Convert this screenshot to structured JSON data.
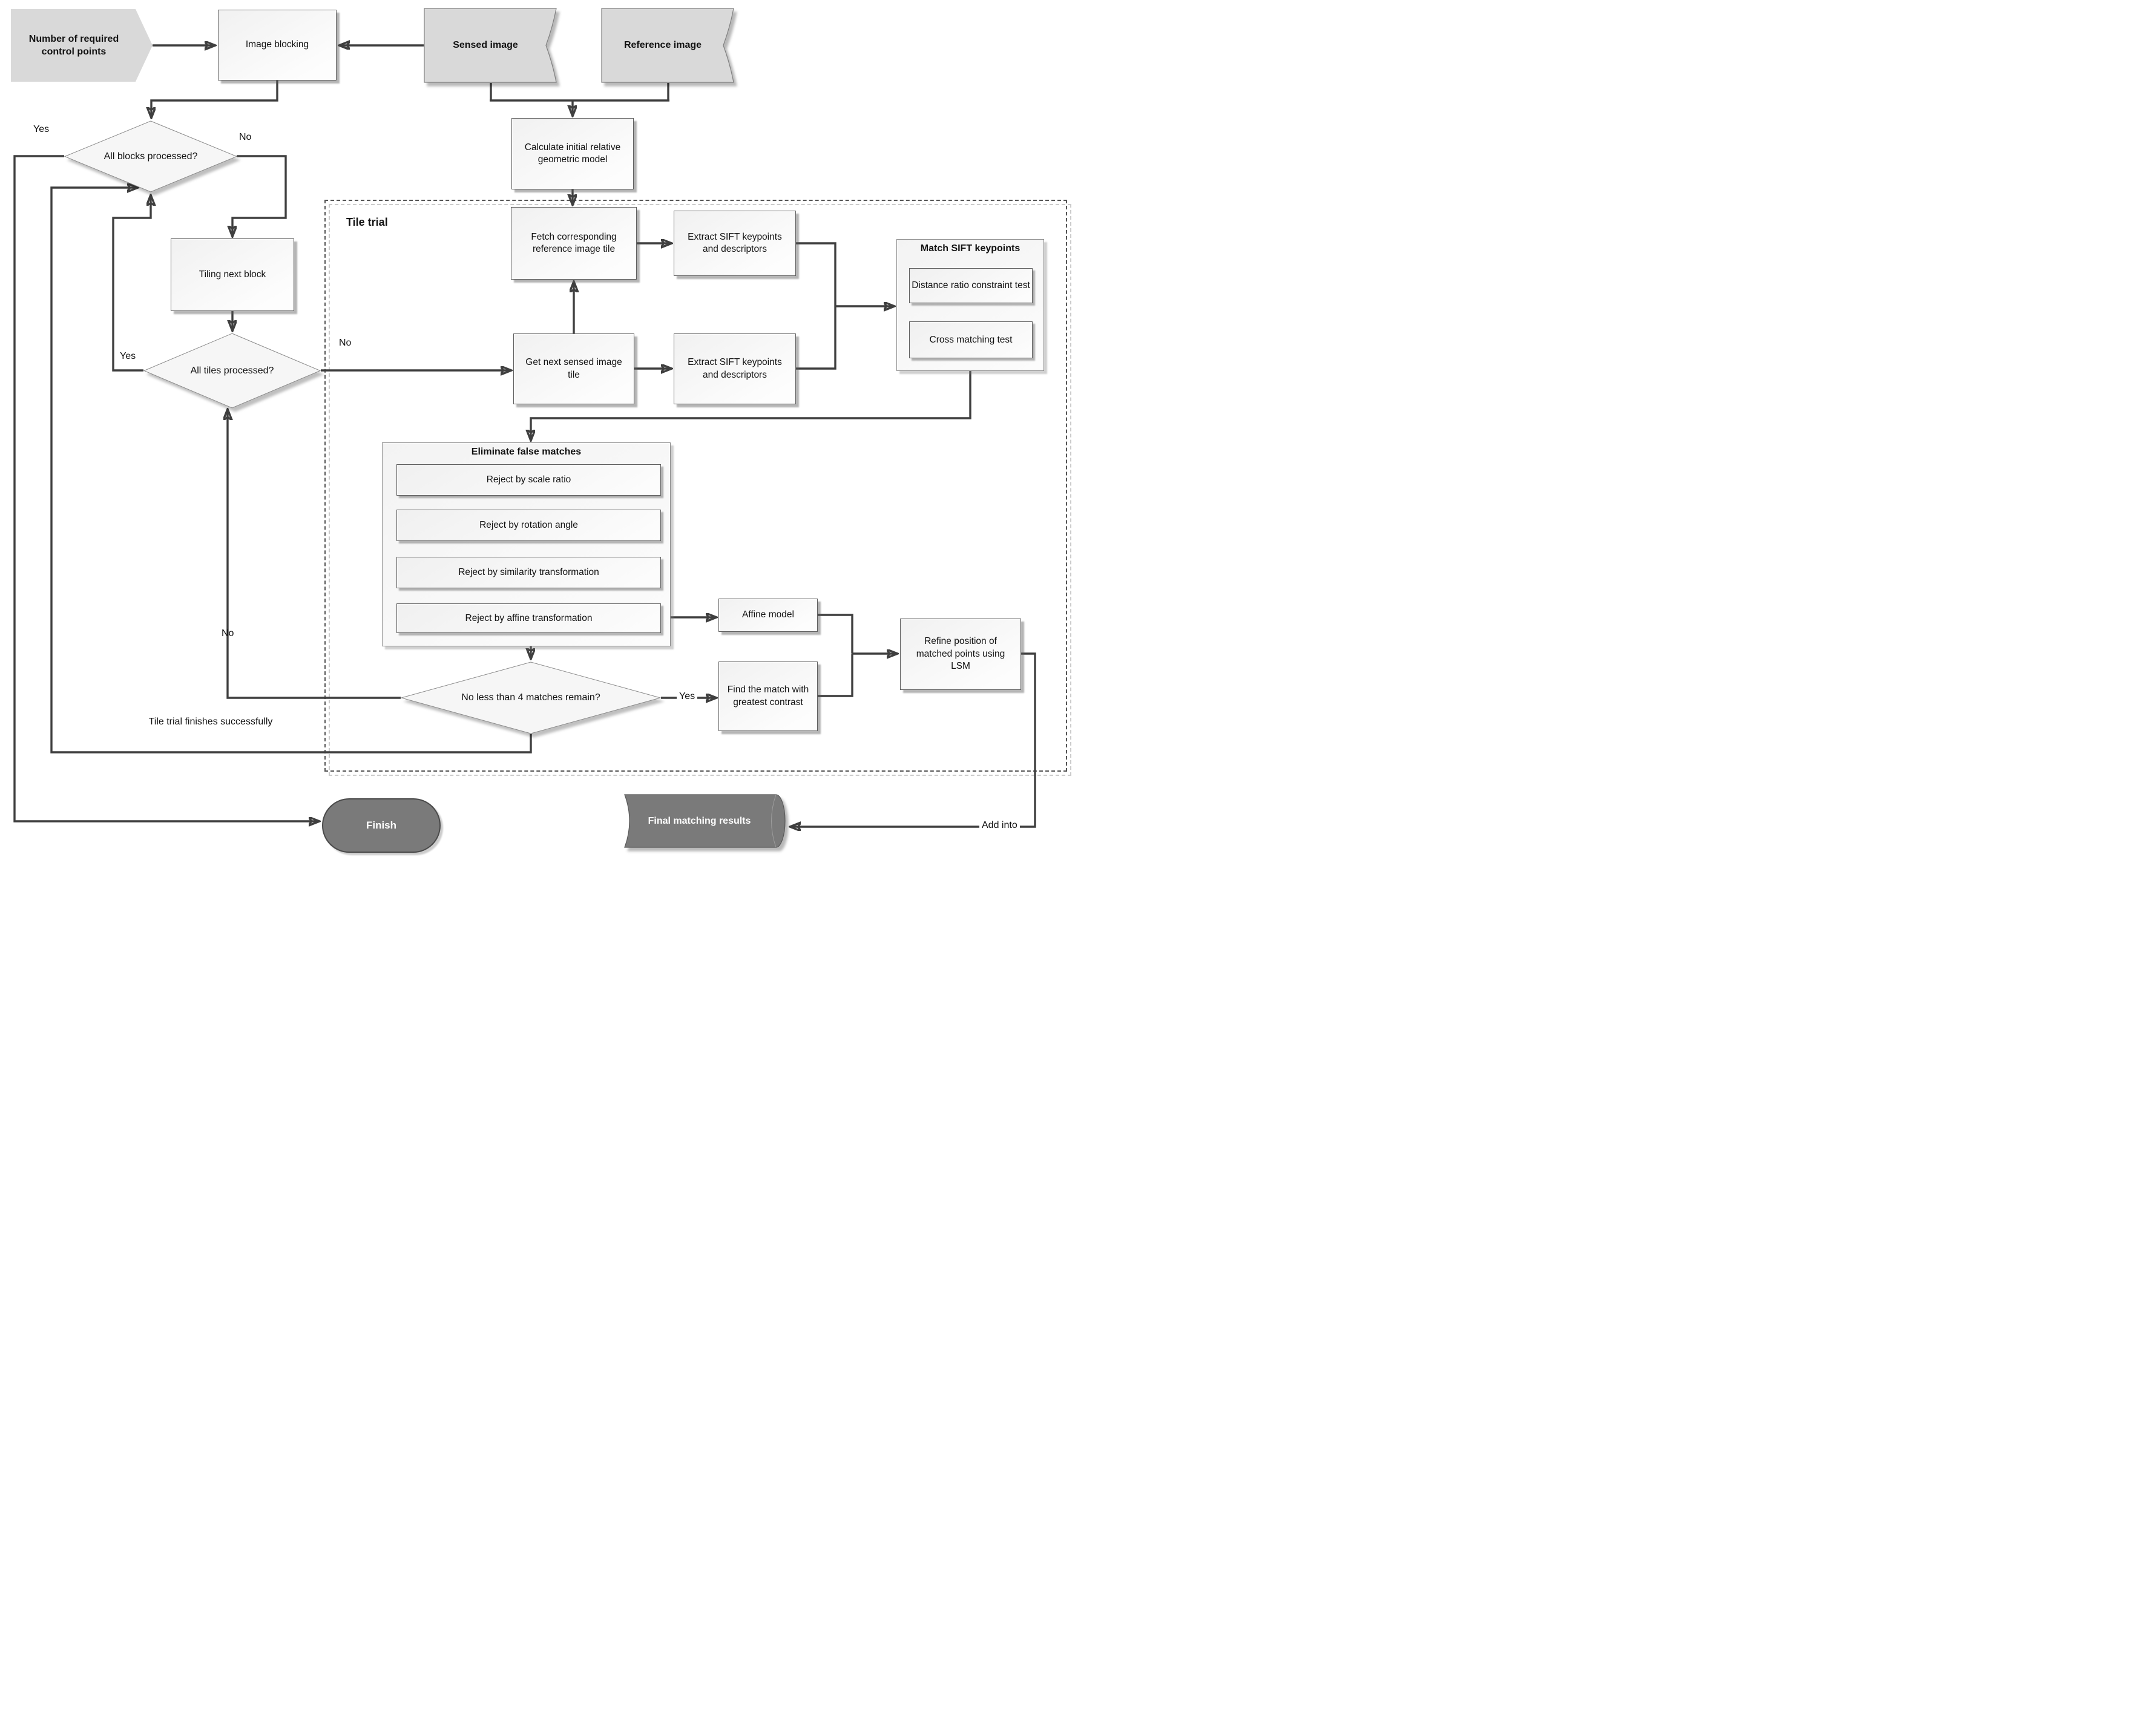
{
  "nodes": {
    "control_points": "Number of required control points",
    "image_blocking": "Image blocking",
    "sensed_image": "Sensed image",
    "reference_image": "Reference image",
    "calc_model": "Calculate initial relative geometric model",
    "tile_trial": "Tile trial",
    "fetch_tile": "Fetch corresponding reference image tile",
    "extract_sift_top": "Extract SIFT keypoints and descriptors",
    "extract_sift_bottom": "Extract SIFT keypoints and descriptors",
    "match_sift_title": "Match SIFT keypoints",
    "distance_ratio": "Distance ratio constraint test",
    "cross_matching": "Cross matching test",
    "all_blocks": "All blocks processed?",
    "tiling_next": "Tiling next block",
    "all_tiles": "All tiles processed?",
    "get_next_tile": "Get next sensed image tile",
    "eliminate_title": "Eliminate false matches",
    "reject_scale": "Reject by scale ratio",
    "reject_rotation": "Reject by rotation angle",
    "reject_similarity": "Reject by similarity transformation",
    "reject_affine": "Reject by affine transformation",
    "affine_model": "Affine model",
    "four_matches": "No less than 4 matches remain?",
    "find_match": "Find the match with greatest contrast",
    "refine_lsm": "Refine position of matched points using LSM",
    "finish": "Finish",
    "final_results": "Final matching results"
  },
  "labels": {
    "yes_all_blocks": "Yes",
    "no_all_blocks": "No",
    "yes_all_tiles": "Yes",
    "no_all_tiles": "No",
    "no_four_matches": "No",
    "yes_four_matches": "Yes",
    "tile_trial_success": "Tile trial finishes successfully",
    "add_into": "Add into"
  },
  "colors": {
    "line": "#3f3f3f",
    "input_fill": "#d9d9d9",
    "terminal_fill": "#7a7a7a",
    "terminal_border": "#4a4a4a",
    "node_border": "#5f5f5f"
  }
}
